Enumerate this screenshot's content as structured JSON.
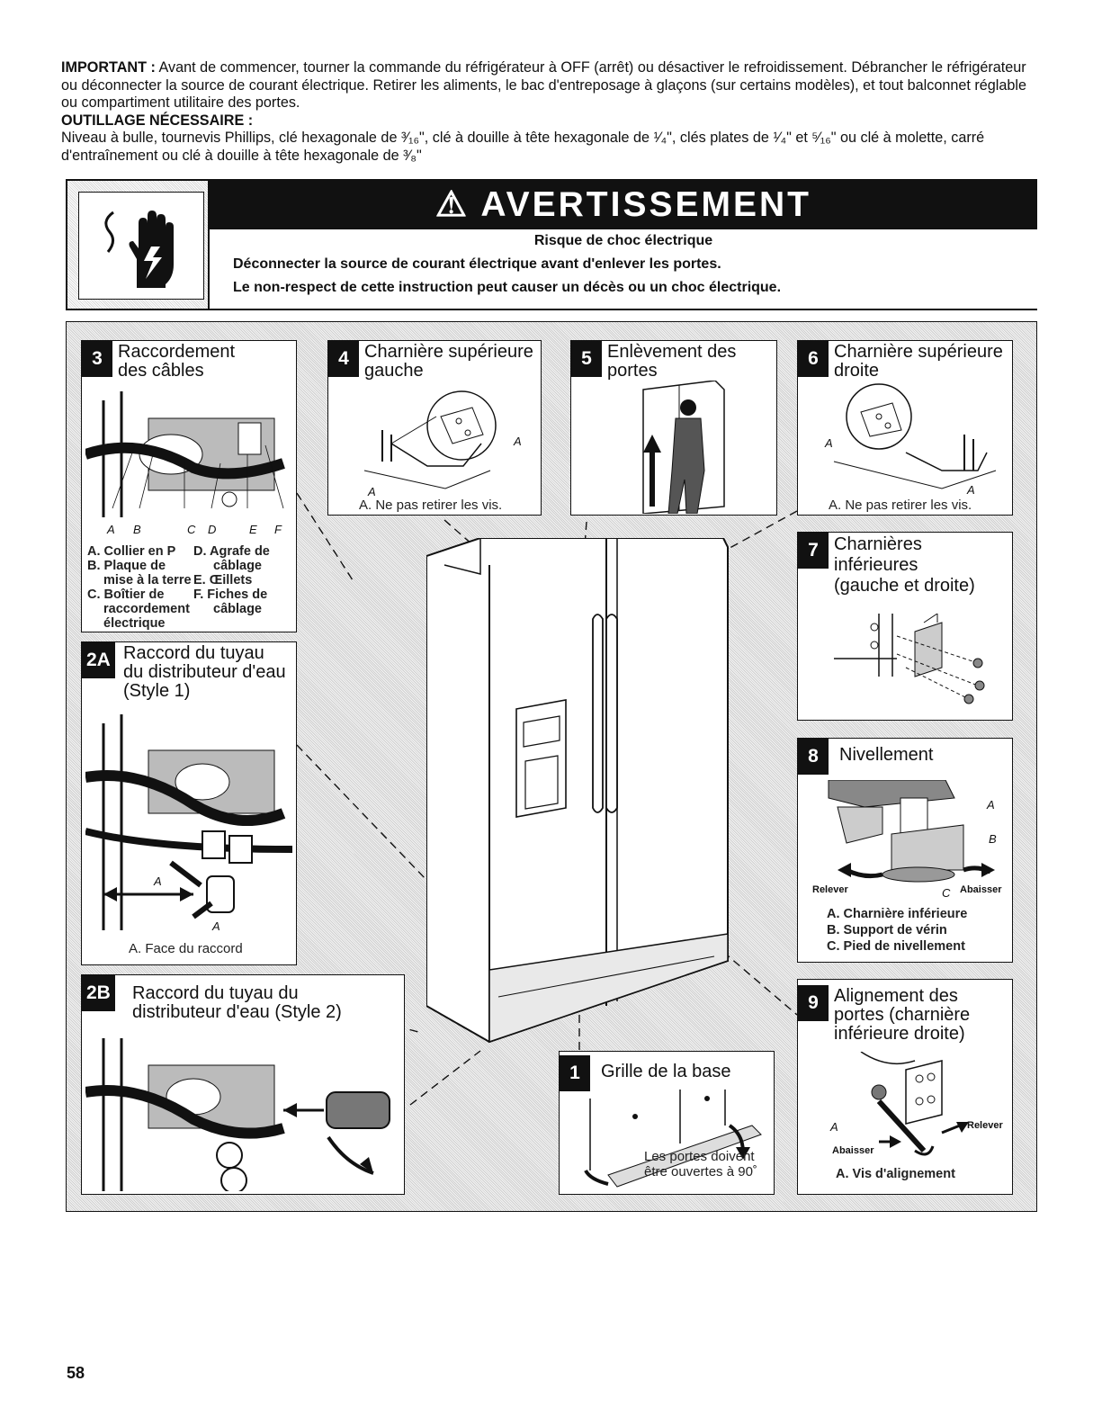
{
  "intro": {
    "important_label": "IMPORTANT :",
    "important_text": " Avant de commencer, tourner la commande du réfrigérateur à OFF (arrêt) ou désactiver le refroidissement. Débrancher le réfrigérateur ou déconnecter la source de courant électrique. Retirer les aliments, le bac d'entreposage à glaçons (sur certains modèles), et tout balconnet réglable ou compartiment utilitaire des portes.",
    "tools_heading": "OUTILLAGE NÉCESSAIRE :",
    "tools_text": "Niveau à bulle, tournevis Phillips, clé hexagonale de ³⁄₁₆\", clé à douille à tête hexagonale de ¹⁄₄\", clés plates de ¹⁄₄\" et ⁵⁄₁₆\" ou clé à molette, carré d'entraînement ou clé à douille à tête hexagonale de ³⁄₈\""
  },
  "warning": {
    "banner": "⚠ AVERTISSEMENT",
    "subtitle": "Risque de choc électrique",
    "line1": "Déconnecter la source de courant électrique avant d'enlever les portes.",
    "line2": "Le non-respect de cette instruction peut causer un décès ou un choc électrique."
  },
  "panels": {
    "p3": {
      "step": "3",
      "title1": "Raccordement",
      "title2": "des câbles",
      "letters": [
        "A",
        "B",
        "C",
        "D",
        "E",
        "F"
      ],
      "legend_left": [
        "A. Collier en P",
        "B. Plaque de",
        "mise à la terre",
        "C. Boîtier de",
        "raccordement",
        "électrique"
      ],
      "legend_right": [
        "D. Agrafe de",
        "câblage",
        "E. Œillets",
        "F. Fiches de",
        "câblage"
      ]
    },
    "p2a": {
      "step": "2A",
      "title1": "Raccord du tuyau",
      "title2": "du distributeur d'eau",
      "title3": "(Style 1)",
      "letter": "A",
      "letter2": "A",
      "caption": "A. Face du raccord"
    },
    "p2b": {
      "step": "2B",
      "title1": "Raccord du tuyau du",
      "title2": "distributeur d'eau (Style 2)"
    },
    "p4": {
      "step": "4",
      "title1": "Charnière supérieure",
      "title2": "gauche",
      "letter": "A",
      "letter2": "A",
      "caption": "A. Ne pas retirer les vis."
    },
    "p5": {
      "step": "5",
      "title1": "Enlèvement des",
      "title2": "portes"
    },
    "p6": {
      "step": "6",
      "title1": "Charnière supérieure",
      "title2": "droite",
      "letter": "A",
      "letter2": "A",
      "caption": "A. Ne pas retirer les vis."
    },
    "p7": {
      "step": "7",
      "title1": "Charnières",
      "title2": "inférieures",
      "title3": "(gauche et droite)"
    },
    "p8": {
      "step": "8",
      "title1": "Nivellement",
      "letters": [
        "A",
        "B",
        "C"
      ],
      "raise": "Relever",
      "lower": "Abaisser",
      "legend": [
        "A. Charnière inférieure",
        "B. Support de vérin",
        "C. Pied de nivellement"
      ]
    },
    "p9": {
      "step": "9",
      "title1": "Alignement des",
      "title2": "portes (charnière",
      "title3": "inférieure droite)",
      "letter": "A",
      "raise": "Relever",
      "lower": "Abaisser",
      "caption": "A. Vis d'alignement"
    },
    "p1": {
      "step": "1",
      "title1": "Grille de la base",
      "note1": "Les portes doivent",
      "note2": "être ouvertes à 90˚"
    }
  },
  "page_number": "58"
}
